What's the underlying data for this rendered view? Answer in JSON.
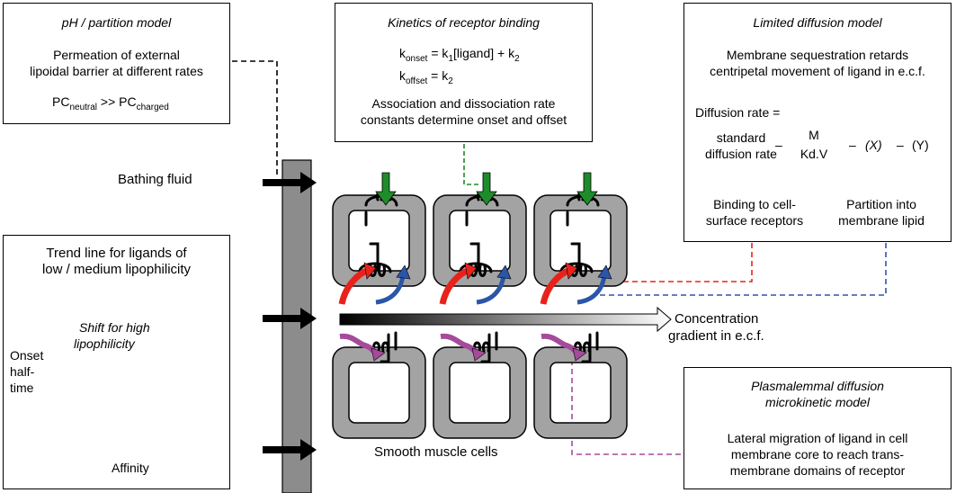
{
  "ph_box": {
    "title": "pH / partition model",
    "line1": "Permeation of external",
    "line2": "lipoidal barrier at different rates",
    "pc_main": "PC",
    "pc_sub1": "neutral",
    "pc_mid": " >> PC",
    "pc_sub2": "charged"
  },
  "kinetics_box": {
    "title": "Kinetics of receptor binding",
    "k": "k",
    "onset_sub": "onset",
    "onset_eq_a": " =  k",
    "onset_sub1": "1",
    "onset_eq_b": "[ligand]  +  k",
    "onset_sub2": "2",
    "offset_sub": "offset",
    "offset_eq": " =  k",
    "offset_sub2": "2",
    "line1": "Association and dissociation rate",
    "line2": "constants determine onset and offset"
  },
  "limited_box": {
    "title": "Limited diffusion model",
    "line1": "Membrane sequestration retards",
    "line2": "centripetal movement of ligand in e.c.f.",
    "rate_label": "Diffusion rate =",
    "std1": "standard",
    "std2": "diffusion rate",
    "minus1": "–",
    "frac_num": "M",
    "frac_den": "Kd.V",
    "minus2": "–",
    "x_term": "(X)",
    "minus3": "–",
    "y_term": "(Y)",
    "binding1": "Binding to cell-",
    "binding2": "surface receptors",
    "partition1": "Partition into",
    "partition2": "membrane lipid"
  },
  "trend_box": {
    "title1": "Trend line for ligands of",
    "title2": "low / medium lipophilicity",
    "shift1": "Shift for high",
    "shift2": "lipophilicity",
    "y1": "Onset",
    "y2": "half-",
    "y3": "time",
    "xlabel": "Affinity"
  },
  "plasma_box": {
    "title1": "Plasmalemmal diffusion",
    "title2": "microkinetic model",
    "line1": "Lateral migration of ligand in cell",
    "line2": "membrane core to reach trans-",
    "line3": "membrane domains of receptor"
  },
  "labels": {
    "bathing": "Bathing fluid",
    "gradient1": "Concentration",
    "gradient2": "gradient in e.c.f.",
    "smooth": "Smooth muscle cells"
  },
  "colors": {
    "green": "#1e8c2a",
    "red": "#e8221b",
    "blue": "#2b56a8",
    "magenta": "#a64a9c",
    "cell_grey": "#a3a3a3",
    "barrier_grey": "#8c8c8c",
    "trend_grey": "#9a9a9a"
  }
}
